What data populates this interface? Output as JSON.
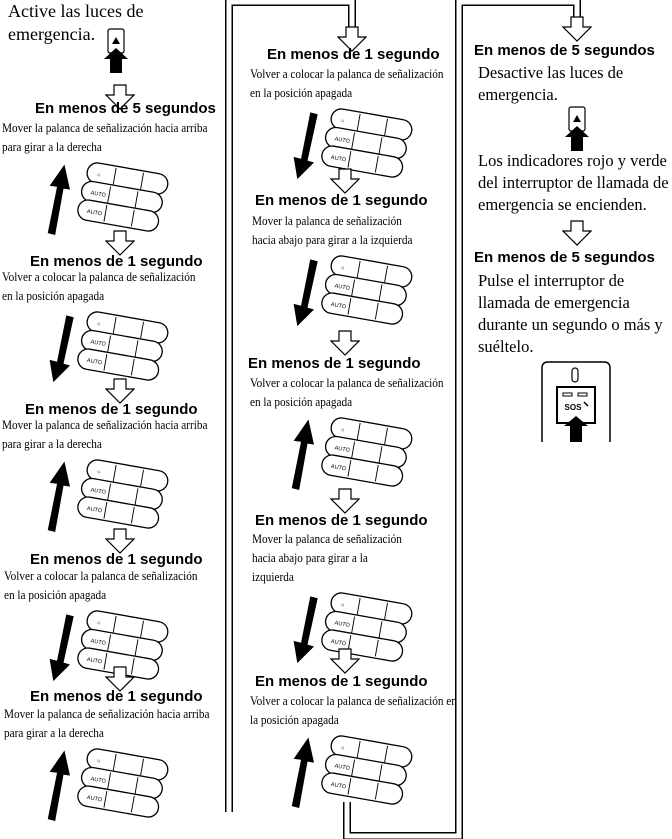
{
  "intro": {
    "line1": "Active las luces de",
    "line2": "emergencia.",
    "icon": "hazard-switch-icon"
  },
  "steps": [
    {
      "heading": "En menos de 5 segundos",
      "desc": [
        "Mover la palanca de señalización hacia arriba",
        "para girar a la derecha"
      ],
      "direction": "up"
    },
    {
      "heading": "En menos de 1 segundo",
      "desc": [
        "Volver a colocar la palanca de señalización",
        "en la posición apagada"
      ],
      "direction": "down"
    },
    {
      "heading": "En menos de 1 segundo",
      "desc": [
        "Mover la palanca de señalización hacia arriba",
        "para girar a la derecha"
      ],
      "direction": "up"
    },
    {
      "heading": "En menos de 1 segundo",
      "desc": [
        "Volver a colocar la palanca de señalización",
        "en la posición apagada"
      ],
      "direction": "down"
    },
    {
      "heading": "En menos de 1 segundo",
      "desc": [
        "Mover la palanca de señalización hacia arriba",
        "para girar a la derecha"
      ],
      "direction": "up"
    },
    {
      "heading": "En menos de 1 segundo",
      "desc": [
        "Volver a colocar la palanca de señalización",
        "en la posición apagada"
      ],
      "direction": "down"
    },
    {
      "heading": "En menos de 1 segundo",
      "desc": [
        "Mover la palanca de señalización",
        "hacia abajo para girar a la izquierda"
      ],
      "direction": "down"
    },
    {
      "heading": "En menos de 1 segundo",
      "desc": [
        "Volver a colocar la palanca de señalización",
        "en la posición apagada"
      ],
      "direction": "up"
    },
    {
      "heading": "En menos de 1 segundo",
      "desc": [
        "Mover la palanca de señalización",
        "hacia abajo para girar a la",
        "izquierda"
      ],
      "direction": "down"
    },
    {
      "heading": "En menos de 1 segundo",
      "desc": [
        "Volver a colocar la palanca de señalización en",
        "la posición apagada"
      ],
      "direction": "up"
    }
  ],
  "final": {
    "heading1": "En menos de 5 segundos",
    "desc1": [
      "Desactive las luces de",
      "emergencia."
    ],
    "note": [
      "Los indicadores rojo y verde",
      "del interruptor de llamada de",
      "emergencia se encienden."
    ],
    "heading2": "En menos de 5 segundos",
    "desc2": [
      "Pulse el interruptor de",
      "llamada de emergencia",
      "durante un segundo o más y",
      "suéltelo."
    ],
    "sos_label": "SOS"
  }
}
